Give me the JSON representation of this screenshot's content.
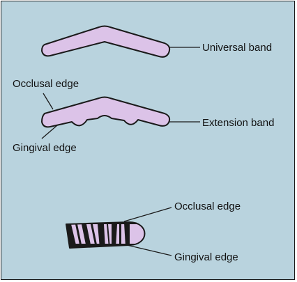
{
  "colors": {
    "background": "#b9d3de",
    "band_fill": "#dcc3e8",
    "outline": "#1a1a1a"
  },
  "labels": {
    "universal_band": "Universal band",
    "occlusal_edge_top": "Occlusal edge",
    "extension_band": "Extension band",
    "gingival_edge_top": "Gingival edge",
    "occlusal_edge_bottom": "Occlusal edge",
    "gingival_edge_bottom": "Gingival edge"
  }
}
